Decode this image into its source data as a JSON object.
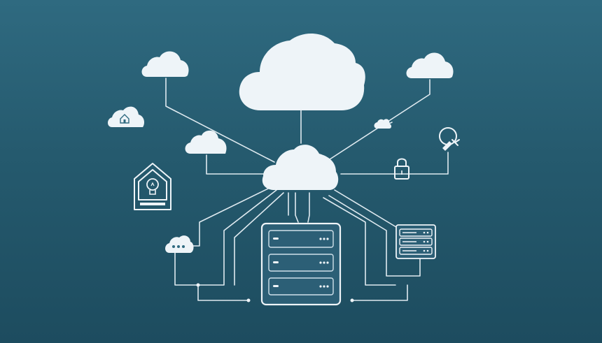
{
  "diagram": {
    "kind": "cloud-network-illustration",
    "colors": {
      "background_top": "#2f6a80",
      "background_bottom": "#1d4c5f",
      "stroke": "#dfeaf0",
      "cloud_fill": "#eef4f8",
      "server_slot": "#2c5f76"
    },
    "nodes": [
      {
        "name": "main-cloud",
        "icon": "cloud-icon"
      },
      {
        "name": "hub-cloud",
        "icon": "cloud-icon"
      },
      {
        "name": "small-cloud-top-left",
        "icon": "cloud-icon"
      },
      {
        "name": "small-cloud-top-right",
        "icon": "cloud-icon"
      },
      {
        "name": "home-cloud",
        "icon": "home-icon"
      },
      {
        "name": "small-cloud-mid-left",
        "icon": "cloud-icon"
      },
      {
        "name": "tiny-cloud",
        "icon": "cloud-icon"
      },
      {
        "name": "smart-bulb-device",
        "icon": "lightbulb-icon"
      },
      {
        "name": "lock",
        "icon": "lock-icon"
      },
      {
        "name": "search-magnifier",
        "icon": "magnifier-icon"
      },
      {
        "name": "chat-cloud",
        "icon": "chat-bubble-icon"
      },
      {
        "name": "server-rack",
        "icon": "server-icon"
      },
      {
        "name": "small-server",
        "icon": "server-icon"
      }
    ]
  }
}
